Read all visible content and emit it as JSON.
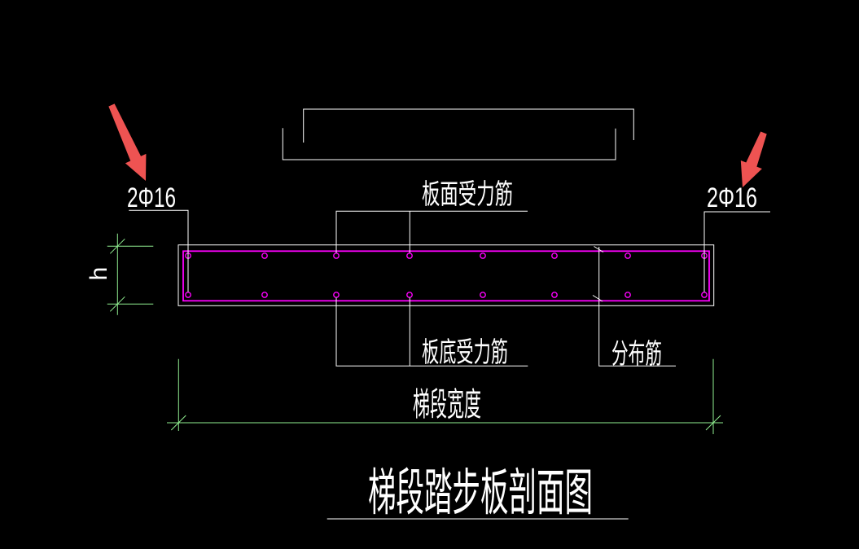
{
  "drawing": {
    "title": "梯段踏步板剖面图",
    "labels": {
      "left_corner_bars": "2Φ16",
      "right_corner_bars": "2Φ16",
      "top_reinforcement": "板面受力筋",
      "bottom_reinforcement": "板底受力筋",
      "distribution_bars": "分布筋",
      "width_dimension": "梯段宽度",
      "thickness_dimension": "h"
    },
    "colors": {
      "background": "#000000",
      "line_white": "#ffffff",
      "slab_magenta": "#ff00ff",
      "dimension_green": "#90ee90",
      "annotation_red": "#ee5352"
    },
    "rebar": {
      "columns_x": [
        231,
        325,
        413,
        503,
        593,
        681,
        771,
        865
      ],
      "rows_y": [
        314,
        362
      ],
      "radius": 3.2
    }
  }
}
